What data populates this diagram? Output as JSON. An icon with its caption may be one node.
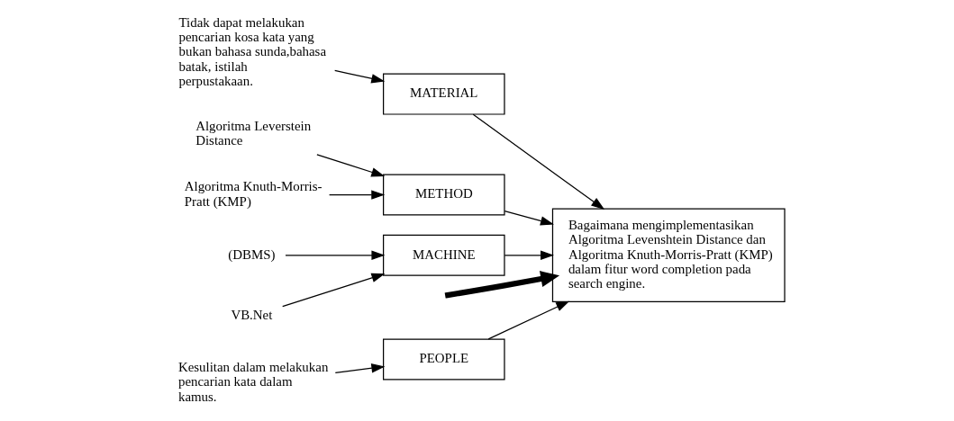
{
  "diagram": {
    "nodes": [
      {
        "text": [
          "PEOPLE"
        ]
      },
      {
        "text": [
          "MATERIAL"
        ]
      },
      {
        "text": [
          "METHOD"
        ]
      },
      {
        "text": [
          "MACHINE"
        ]
      },
      {
        "text": [
          "Bagaimana mengimplementasikan Algoritma Levenshtein Distance dan Algoritma Knuth-Morris-Pratt (KMP) dalam fitur word completion pada search engine."
        ]
      },
      {
        "text": [
          "Kesulitan dalam melakukan pencarian kata dalam kamus."
        ]
      },
      {
        "text": [
          "Tidak dapat melakukan pencarian kosa kata yang bukan bahasa sunda,bahasa batak, istilah perpustakaan."
        ]
      },
      {
        "text": [
          "Algoritma Leverstein Distance"
        ]
      },
      {
        "text": [
          "Algoritma Knuth-Morris-Pratt (KMP)"
        ]
      },
      {
        "text": [
          "(DBMS)"
        ]
      },
      {
        "text": [
          "VB.Net"
        ]
      }
    ],
    "edges": [
      {
        "from": 5,
        "to": 0,
        "arrow": "to"
      },
      {
        "from": 6,
        "to": 1,
        "arrow": "to"
      },
      {
        "from": 7,
        "to": 2,
        "arrow": "to"
      },
      {
        "from": 8,
        "to": 2,
        "arrow": "to"
      },
      {
        "from": 9,
        "to": 3,
        "arrow": "to"
      },
      {
        "from": 10,
        "to": 3,
        "arrow": "to"
      },
      {
        "from": 0,
        "to": 4,
        "arrow": "to"
      },
      {
        "from": 1,
        "to": 4,
        "arrow": "to"
      },
      {
        "from": 2,
        "to": 4,
        "arrow": "to"
      },
      {
        "from": 3,
        "to": 4,
        "arrow": "to"
      },
      {
        "from": null,
        "to": 4,
        "arrow": "to",
        "style": "thick"
      }
    ]
  }
}
